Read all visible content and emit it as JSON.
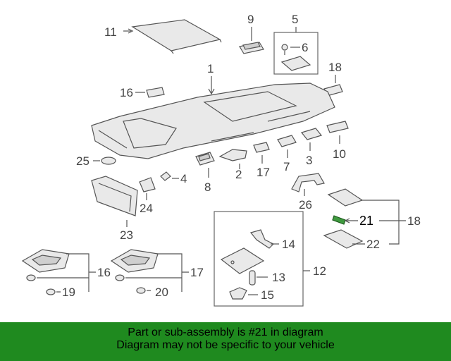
{
  "callouts": {
    "c1": "1",
    "c3": "3",
    "c4": "4",
    "c5": "5",
    "c6": "6",
    "c7": "7",
    "c8": "8",
    "c9": "9",
    "c10": "10",
    "c11": "11",
    "c12": "12",
    "c13": "13",
    "c14": "14",
    "c15": "15",
    "c16a": "16",
    "c16b": "16",
    "c17a": "17",
    "c17b": "17",
    "c18a": "18",
    "c18b": "18",
    "c19": "19",
    "c20": "20",
    "c21": "21",
    "c22": "22",
    "c23": "23",
    "c24": "24",
    "c25": "25",
    "c26": "26",
    "c2": "2"
  },
  "highlight": {
    "part": "21",
    "color": "#3f9a3f"
  },
  "banner": {
    "line1": "Part or sub-assembly is #21 in diagram",
    "line2": "Diagram may not be specific to your vehicle",
    "color": "#1f8a1f"
  }
}
